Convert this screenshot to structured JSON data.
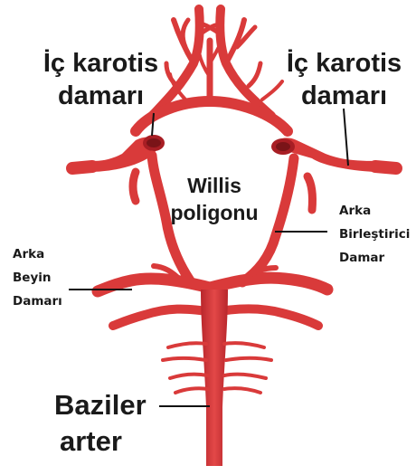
{
  "labels": {
    "ic_karotis_left": [
      "İç karotis",
      "damarı"
    ],
    "ic_karotis_right": [
      "İç karotis",
      "damarı"
    ],
    "center": [
      "Willis",
      "poligonu"
    ],
    "arka_beyin": [
      "Arka",
      "Beyin",
      "Damarı"
    ],
    "arka_birlestirici": [
      "Arka",
      "Birleştirici",
      "Damar"
    ],
    "baziler": [
      "Baziler",
      "arter"
    ]
  },
  "colors": {
    "vessel": "#d93a3a",
    "vessel_dark": "#a81e24",
    "vessel_light": "#ef7b7b",
    "text": "#1a1a1a",
    "background": "#ffffff"
  }
}
